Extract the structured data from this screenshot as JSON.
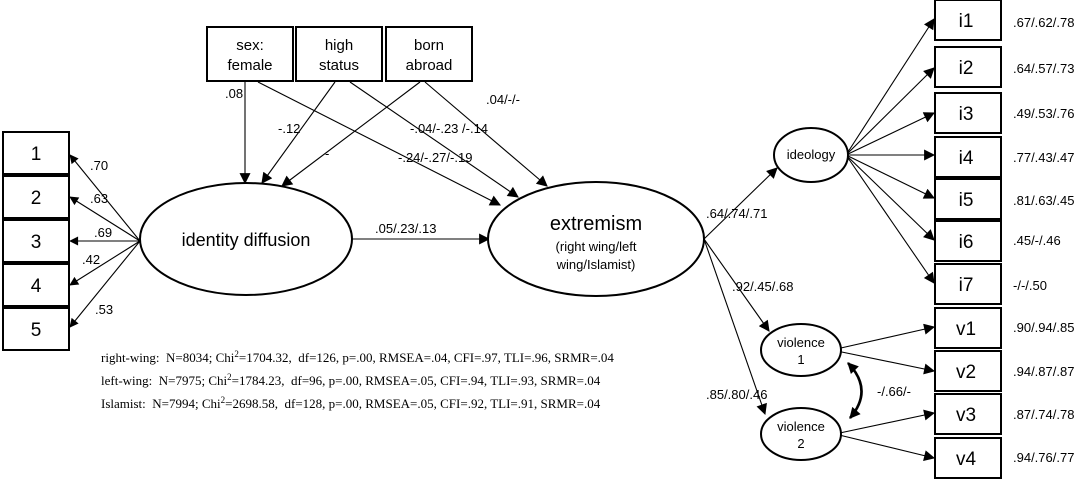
{
  "covariates": [
    {
      "line1": "sex:",
      "line2": "female"
    },
    {
      "line1": "high",
      "line2": "status"
    },
    {
      "line1": "born",
      "line2": "abroad"
    }
  ],
  "identity_items": [
    "1",
    "2",
    "3",
    "4",
    "5"
  ],
  "identity_loadings": [
    ".70",
    ".63",
    ".69",
    ".42",
    ".53"
  ],
  "latent": {
    "identity": "identity diffusion",
    "extremism_title": "extremism",
    "extremism_sub1": "(right wing/left",
    "extremism_sub2": "wing/Islamist)",
    "ideology": "ideology",
    "violence1_line1": "violence",
    "violence1_line2": "1",
    "violence2_line1": "violence",
    "violence2_line2": "2"
  },
  "paths": {
    "sex_to_identity": ".08",
    "status_to_identity": "-.12",
    "abroad_to_identity": "-",
    "abroad_to_extremism": ".04/-/-",
    "status_to_extremism": "-.04/-.23 /-.14",
    "sex_to_extremism": "-.24/-.27/-.19",
    "identity_to_extremism": ".05/.23/.13",
    "extremism_to_ideology": ".64/.74/.71",
    "extremism_to_violence1": ".92/.45/.68",
    "extremism_to_violence2": ".85/.80/.46",
    "violence_correlation": "-/.66/-"
  },
  "ideology_items": [
    {
      "label": "i1",
      "loading": ".67/.62/.78"
    },
    {
      "label": "i2",
      "loading": ".64/.57/.73"
    },
    {
      "label": "i3",
      "loading": ".49/.53/.76"
    },
    {
      "label": "i4",
      "loading": ".77/.43/.47"
    },
    {
      "label": "i5",
      "loading": ".81/.63/.45"
    },
    {
      "label": "i6",
      "loading": ".45/-/.46"
    },
    {
      "label": "i7",
      "loading": "-/-/.50"
    }
  ],
  "violence_items": [
    {
      "label": "v1",
      "loading": ".90/.94/.85"
    },
    {
      "label": "v2",
      "loading": ".94/.87/.87"
    },
    {
      "label": "v3",
      "loading": ".87/.74/.78"
    },
    {
      "label": "v4",
      "loading": ".94/.76/.77"
    }
  ],
  "fit_stats": [
    {
      "group": "right-wing:",
      "n": "N=8034;",
      "chi_label": "Chi",
      "chi_sup": "2",
      "chi_value": "=1704.32,",
      "rest": "df=126, p=.00, RMSEA=.04, CFI=.97, TLI=.96, SRMR=.04"
    },
    {
      "group": "left-wing:",
      "n": "N=7975;",
      "chi_label": "Chi",
      "chi_sup": "2",
      "chi_value": "=1784.23,",
      "rest": "df=96, p=.00, RMSEA=.05, CFI=.94, TLI=.93, SRMR=.04"
    },
    {
      "group": "Islamist:",
      "n": "N=7994;",
      "chi_label": "Chi",
      "chi_sup": "2",
      "chi_value": "=2698.58,",
      "rest": "df=128, p=.00, RMSEA=.05, CFI=.92, TLI=.91, SRMR=.04"
    }
  ]
}
